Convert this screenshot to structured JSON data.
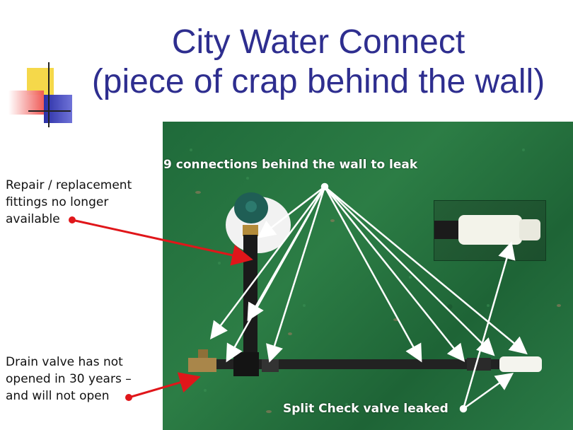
{
  "slide": {
    "title_line1": "City Water Connect",
    "title_line2": "(piece of crap behind the wall)"
  },
  "notes": {
    "repair": [
      "Repair / replacement",
      "fittings no longer",
      "available"
    ],
    "drain": [
      "Drain valve has not",
      "opened in 30 years –",
      "and will not open"
    ]
  },
  "photo_labels": {
    "connections": "9 connections behind the wall to leak",
    "split_check": "Split Check valve leaked"
  },
  "colors": {
    "title": "#2e2e8f",
    "grass": "#2c7d45",
    "callout_red": "#e0161a",
    "callout_white": "#ffffff"
  }
}
